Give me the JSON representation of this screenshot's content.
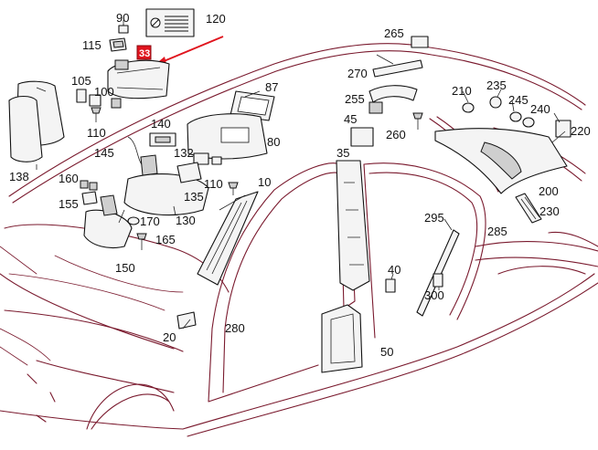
{
  "colors": {
    "car_outline": "#7a1a2e",
    "part_stroke": "#111111",
    "highlight": "#e0141e",
    "background": "#ffffff"
  },
  "labels": {
    "l90": "90",
    "l120": "120",
    "l115": "115",
    "l265": "265",
    "l270": "270",
    "l105": "105",
    "l100": "100",
    "l87": "87",
    "l255": "255",
    "l210": "210",
    "l235": "235",
    "l245": "245",
    "l240": "240",
    "l220": "220",
    "l110a": "110",
    "l140": "140",
    "l145": "145",
    "l132": "132",
    "l80": "80",
    "l45": "45",
    "l260": "260",
    "l35": "35",
    "l138": "138",
    "l160": "160",
    "l155": "155",
    "l170": "170",
    "l130": "130",
    "l165": "165",
    "l110b": "110",
    "l135": "135",
    "l10": "10",
    "l200": "200",
    "l230": "230",
    "l295": "295",
    "l285": "285",
    "l150": "150",
    "l40": "40",
    "l300": "300",
    "l20": "20",
    "l280": "280",
    "l50": "50",
    "l33": "33"
  },
  "icons": {
    "no_entry": "no-entry-icon",
    "pointer": "red-arrow-icon"
  }
}
